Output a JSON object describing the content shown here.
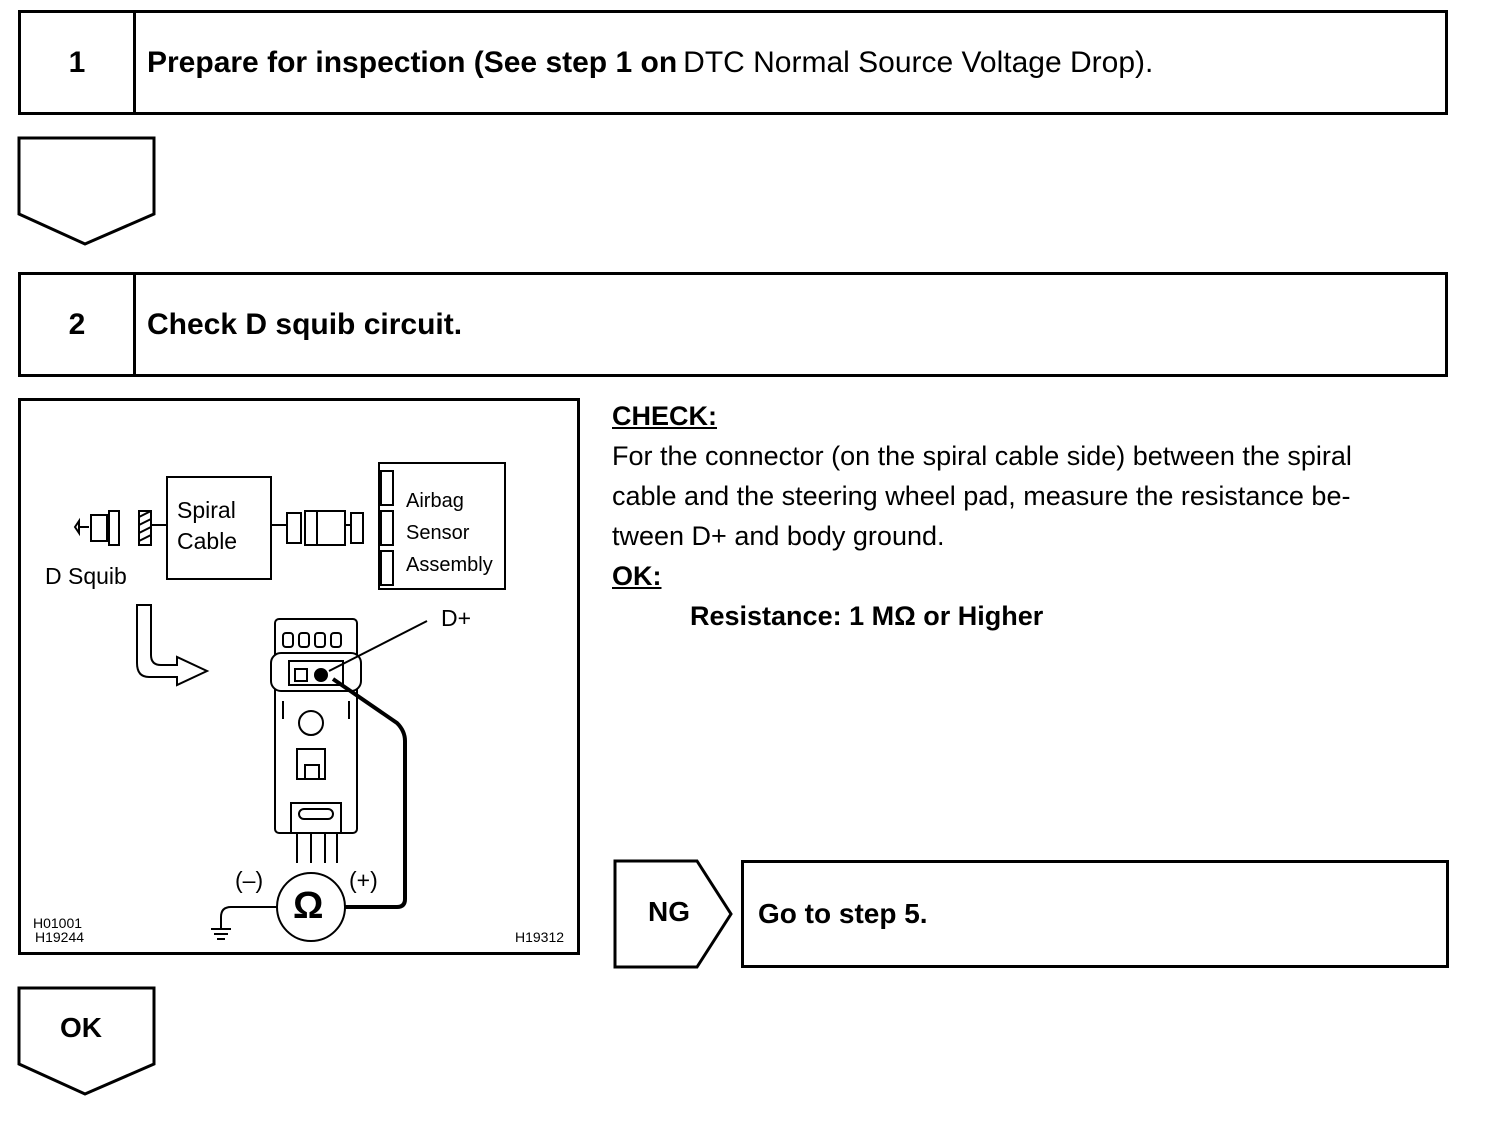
{
  "step1": {
    "number": "1",
    "title": "Prepare for inspection (See step 1 on",
    "reference": "DTC Normal Source Voltage Drop)."
  },
  "step2": {
    "number": "2",
    "title": "Check D squib circuit."
  },
  "figure": {
    "labels": {
      "spiral_cable": "Spiral\nCable",
      "airbag_sensor": "Airbag\nSensor\nAssembly",
      "d_squib": "D Squib",
      "d_plus": "D+",
      "minus": "(–)",
      "plus": "(+)",
      "ohm": "Ω"
    },
    "codes": {
      "left_1": "H01001",
      "left_2": "H19244",
      "right": "H19312"
    }
  },
  "check": {
    "heading": "CHECK:",
    "text": "For the connector (on the spiral cable side) between the spiral cable and the steering wheel pad, measure the resistance be-tween D+ and body ground.",
    "line1": "For the connector (on the spiral cable side) between the spiral",
    "line2": "cable and the steering wheel pad, measure the resistance be-",
    "line3": "tween D+ and body ground.",
    "ok_heading": "OK:",
    "spec": "Resistance: 1 MΩ or Higher"
  },
  "results": {
    "ng_label": "NG",
    "ng_action": "Go to step 5.",
    "ok_label": "OK"
  }
}
